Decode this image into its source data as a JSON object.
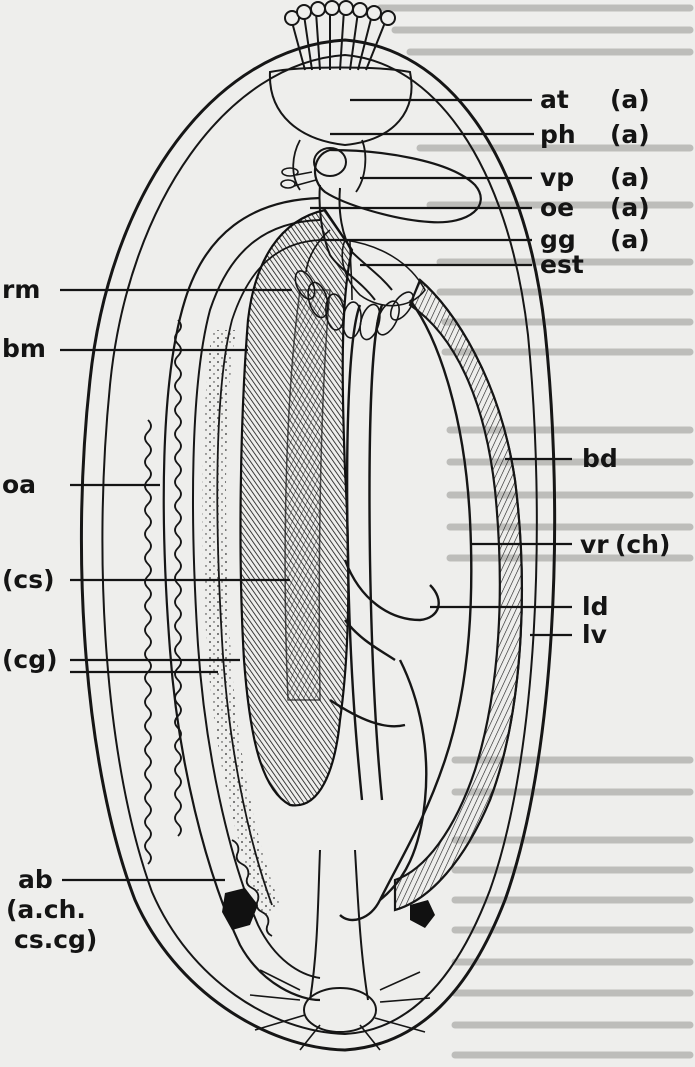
{
  "figure": {
    "labels": {
      "at": "at",
      "at_sub": "(a)",
      "ph": "ph",
      "ph_sub": "(a)",
      "vp": "vp",
      "vp_sub": "(a)",
      "oe": "oe",
      "oe_sub": "(a)",
      "gg": "gg",
      "gg_sub": "(a)",
      "est": "est",
      "rm": "rm",
      "bm": "bm",
      "bd": "bd",
      "oa": "oa",
      "vr": "vr",
      "vr_sub": "(ch)",
      "cs": "(cs)",
      "ld": "ld",
      "cg": "(cg)",
      "lv": "lv",
      "ab": "ab",
      "ab_sub1": "(a.ch.",
      "ab_sub2": "cs.cg)"
    }
  }
}
